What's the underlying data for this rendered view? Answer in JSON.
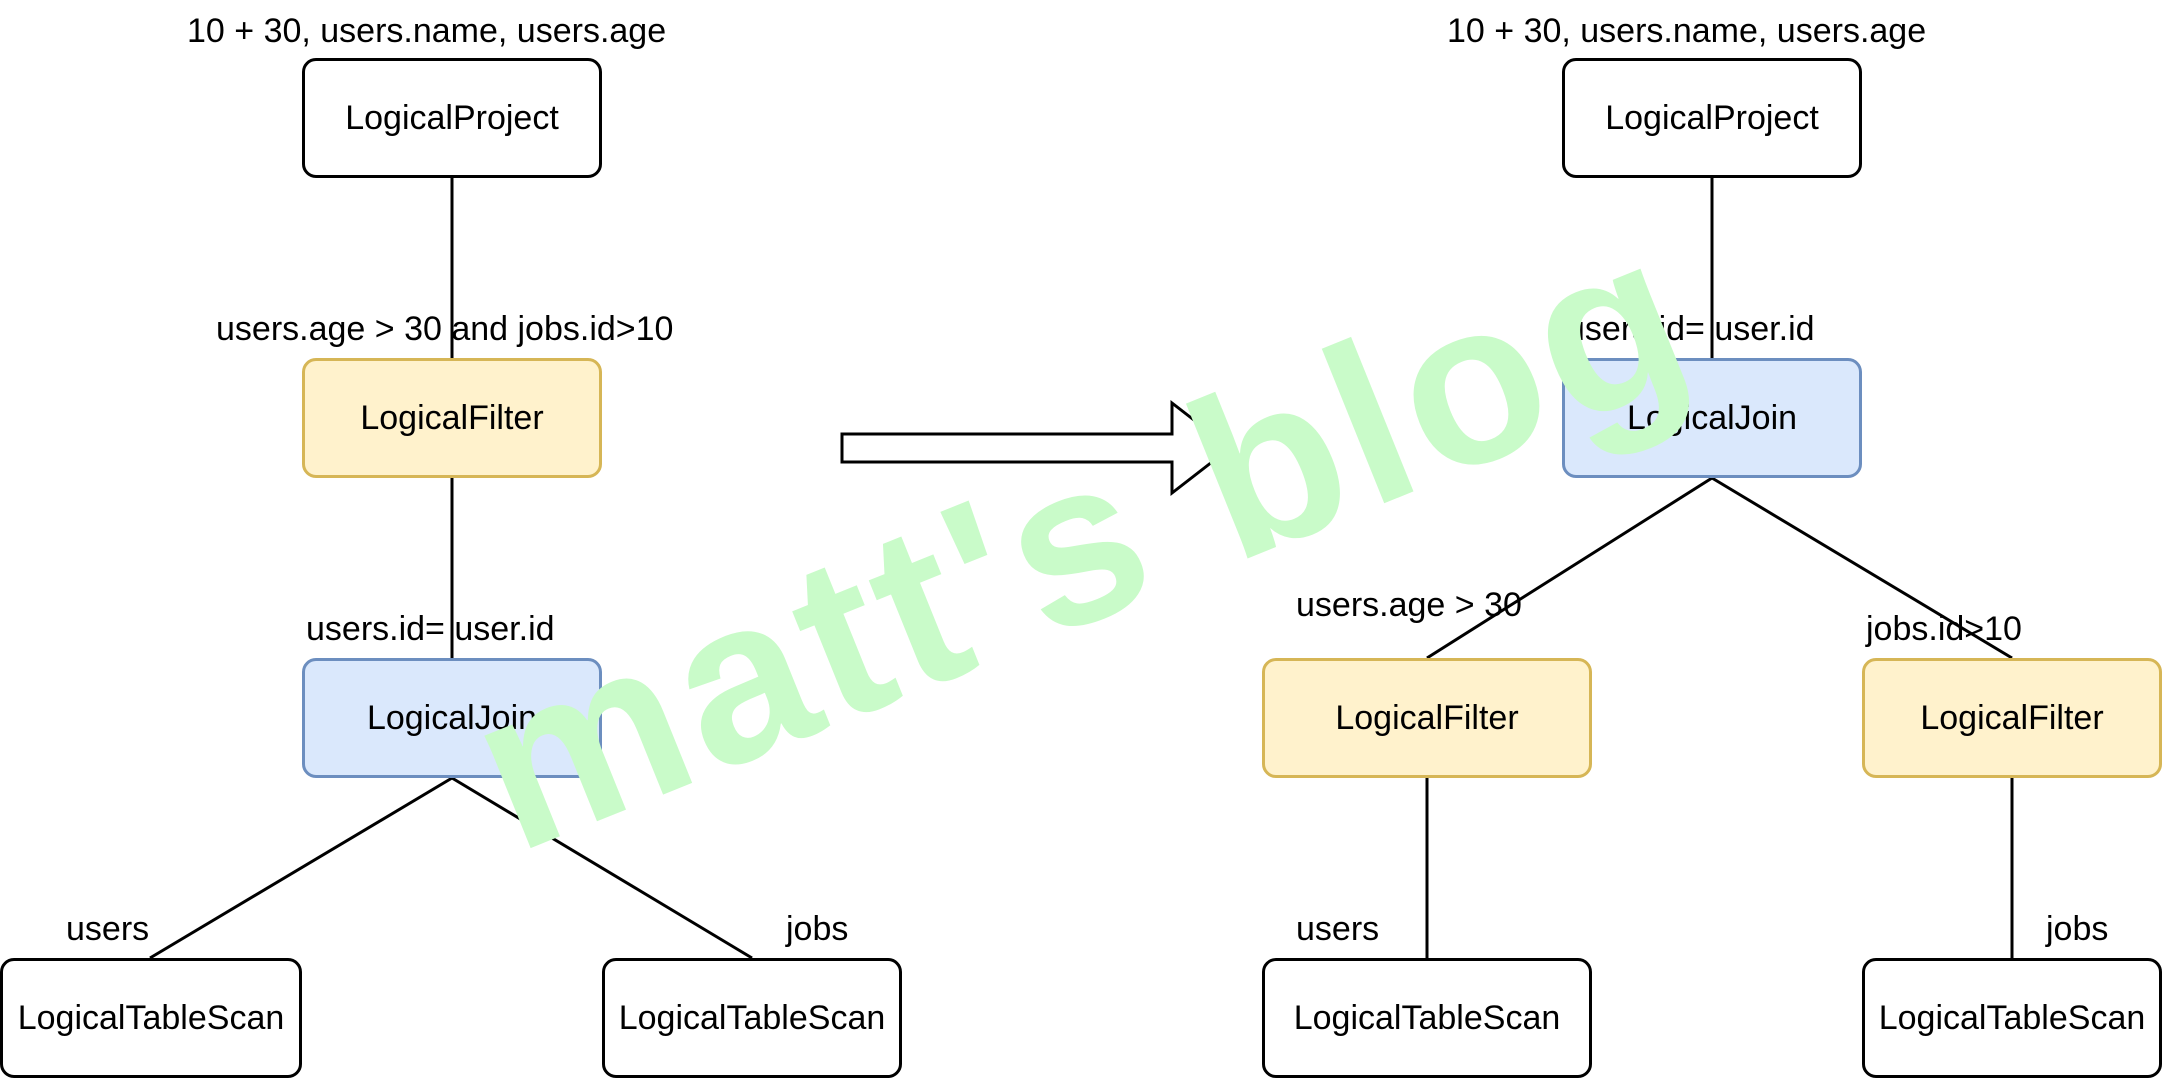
{
  "left_tree": {
    "project": {
      "label": "LogicalProject",
      "annotation": "10 + 30, users.name, users.age"
    },
    "filter": {
      "label": "LogicalFilter",
      "annotation": "users.age > 30 and jobs.id>10"
    },
    "join": {
      "label": "LogicalJoin",
      "annotation": "users.id= user.id"
    },
    "scan_left": {
      "label": "LogicalTableScan",
      "annotation": "users"
    },
    "scan_right": {
      "label": "LogicalTableScan",
      "annotation": "jobs"
    }
  },
  "right_tree": {
    "project": {
      "label": "LogicalProject",
      "annotation": "10 + 30, users.name, users.age"
    },
    "join": {
      "label": "LogicalJoin",
      "annotation": "users.id= user.id"
    },
    "filter_left": {
      "label": "LogicalFilter",
      "annotation": "users.age > 30"
    },
    "filter_right": {
      "label": "LogicalFilter",
      "annotation": "jobs.id>10"
    },
    "scan_left": {
      "label": "LogicalTableScan",
      "annotation": "users"
    },
    "scan_right": {
      "label": "LogicalTableScan",
      "annotation": "jobs"
    }
  },
  "watermark": "matt's blog",
  "colors": {
    "filter_fill": "#fff2cc",
    "filter_stroke": "#d6b656",
    "join_fill": "#dae8fc",
    "join_stroke": "#6c8ebf",
    "watermark": "#c9fbc9"
  }
}
